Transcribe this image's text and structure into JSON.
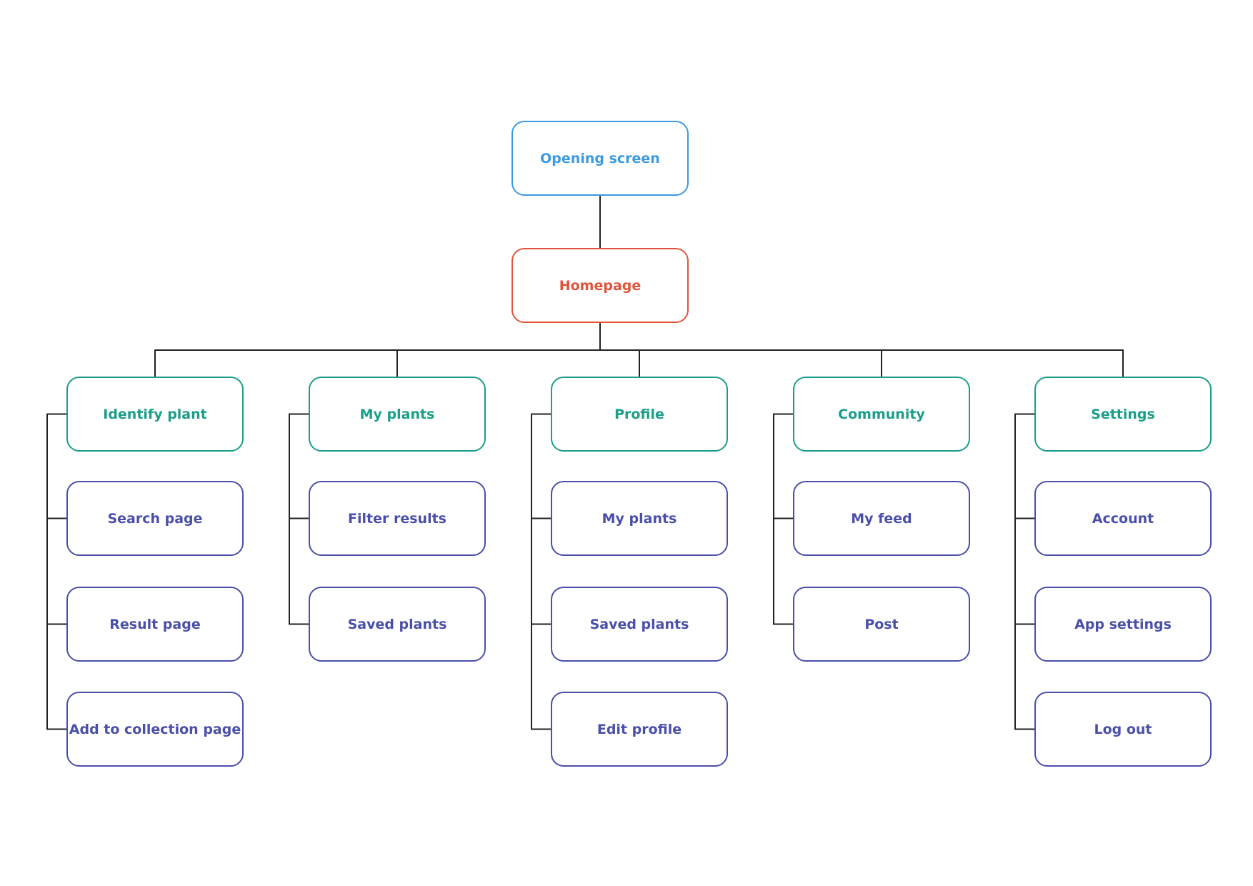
{
  "colors": {
    "root": "#3b9ae0",
    "home": "#e0553a",
    "section": "#1a9e88",
    "leaf": "#4a4fa8",
    "connector": "#222222"
  },
  "root": {
    "label": "Opening screen"
  },
  "home": {
    "label": "Homepage"
  },
  "sections": [
    {
      "label": "Identify plant",
      "children": [
        "Search page",
        "Result page",
        "Add to collection page"
      ]
    },
    {
      "label": "My plants",
      "children": [
        "Filter results",
        "Saved plants"
      ]
    },
    {
      "label": "Profile",
      "children": [
        "My plants",
        "Saved plants",
        "Edit profile"
      ]
    },
    {
      "label": "Community",
      "children": [
        "My feed",
        "Post"
      ]
    },
    {
      "label": "Settings",
      "children": [
        "Account",
        "App settings",
        "Log out"
      ]
    }
  ]
}
